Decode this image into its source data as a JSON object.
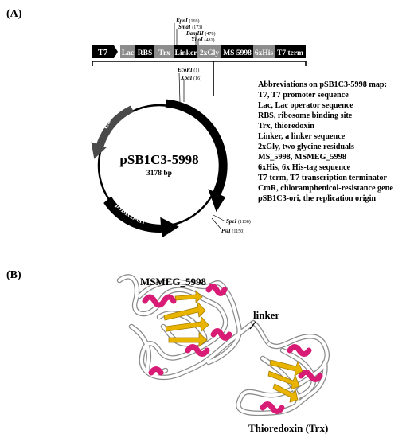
{
  "panel_a": {
    "label": "(A)",
    "cassette": [
      {
        "text": "T7",
        "fill": "#000000",
        "color": "#ffffff"
      },
      {
        "text": "Lac",
        "fill": "#8c8c8c",
        "color": "#ffffff"
      },
      {
        "text": "RBS",
        "fill": "#000000",
        "color": "#ffffff"
      },
      {
        "text": "Trx",
        "fill": "#8c8c8c",
        "color": "#ffffff"
      },
      {
        "text": "Linker",
        "fill": "#000000",
        "color": "#ffffff"
      },
      {
        "text": "2xGly",
        "fill": "#8c8c8c",
        "color": "#ffffff"
      },
      {
        "text": "MS 5998",
        "fill": "#000000",
        "color": "#ffffff"
      },
      {
        "text": "6xHis",
        "fill": "#8c8c8c",
        "color": "#ffffff"
      },
      {
        "text": "T7 term",
        "fill": "#000000",
        "color": "#ffffff"
      }
    ],
    "top_sites": [
      {
        "name": "KpnI",
        "pos": "(169)"
      },
      {
        "name": "SmaI",
        "pos": "(173)"
      },
      {
        "name": "BamHI",
        "pos": "(478)"
      },
      {
        "name": "XhoI",
        "pos": "(481)"
      }
    ],
    "plasmid": {
      "name": "pSB1C3-5998",
      "size": "3178 bp",
      "features": {
        "thioredoxin": "Thioredoxin-MSMEG_5998",
        "cmr": "CmR",
        "ori": "pSB1C3-ori"
      },
      "sites": [
        {
          "name": "EcoRI",
          "pos": "(1)"
        },
        {
          "name": "XbaI",
          "pos": "(16)"
        },
        {
          "name": "SpeI",
          "pos": "(1138)"
        },
        {
          "name": "PstI",
          "pos": "(1150)"
        }
      ]
    },
    "abbreviations": [
      "Abbreviations on pSB1C3-5998 map:",
      "T7, T7 promoter sequence",
      "Lac, Lac operator sequence",
      "RBS, ribosome binding site",
      "Trx, thioredoxin",
      "Linker, a linker sequence",
      "2xGly, two glycine residuals",
      "MS_5998, MSMEG_5998",
      "6xHis, 6x His-tag sequence",
      "T7 term, T7 transcription terminator",
      "CmR, chloramphenicol-resistance gene",
      "pSB1C3-ori, the replication origin"
    ]
  },
  "panel_b": {
    "label": "(B)",
    "labels": {
      "msmeg": "MSMEG_5998",
      "linker": "linker",
      "trx": "Thioredoxin (Trx)"
    },
    "colors": {
      "helix": "#d81b75",
      "strand": "#e8b400",
      "coil": "#ffffff",
      "outline": "#777777"
    }
  }
}
